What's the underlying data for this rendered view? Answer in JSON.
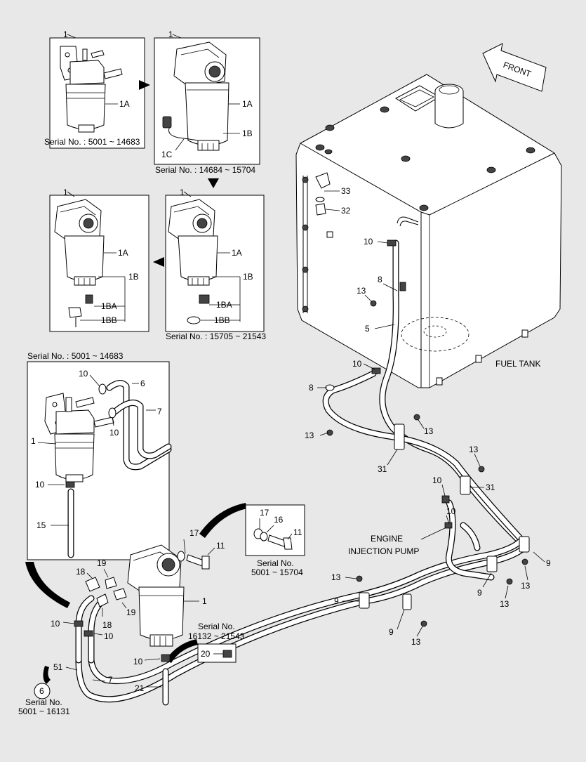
{
  "boxes": {
    "top_left": {
      "part": "1",
      "sub": "1A",
      "serial": "Serial No. : 5001 ~ 14683"
    },
    "top_right": {
      "part": "1",
      "subs": [
        "1A",
        "1B",
        "1C"
      ],
      "serial": "Serial No. : 14684 ~ 15704"
    },
    "mid_left": {
      "part": "1",
      "subs": [
        "1A",
        "1B",
        "1BA",
        "1BB"
      ]
    },
    "mid_right": {
      "part": "1",
      "subs": [
        "1A",
        "1B",
        "1BA",
        "1BB"
      ],
      "serial": "Serial No. : 15705 ~ 21543"
    },
    "detail_left": {
      "serial": "Serial No. : 5001 ~ 14683",
      "labels": [
        "10",
        "6",
        "7",
        "10",
        "1",
        "10",
        "15"
      ]
    },
    "detail_bolt": {
      "labels": [
        "17",
        "16",
        "11"
      ],
      "serial_line1": "Serial No.",
      "serial_line2": "5001 ~ 15704"
    },
    "detail_20": {
      "label": "20",
      "serial_line1": "Serial No.",
      "serial_line2": "16132 ~ 21543"
    }
  },
  "tank": {
    "label": "FUEL TANK",
    "front": "FRONT"
  },
  "engine": {
    "line1": "ENGINE",
    "line2": "INJECTION PUMP"
  },
  "callouts": {
    "c33": "33",
    "c32": "32",
    "c10a": "10",
    "c8a": "8",
    "c13a": "13",
    "c5": "5",
    "c10b": "10",
    "c8b": "8",
    "c13b": "13",
    "c13c": "13",
    "c31a": "31",
    "c13d": "13",
    "c10c": "10",
    "c10d": "10",
    "c31b": "31",
    "c9a": "9",
    "c13e": "13",
    "c9b": "9",
    "c13f": "13",
    "c13g": "13",
    "c9c": "9",
    "c9d": "9",
    "c13h": "13",
    "c17": "17",
    "c11": "11",
    "c1": "1",
    "c18a": "18",
    "c19a": "19",
    "c10e": "10",
    "c18b": "18",
    "c10f": "10",
    "c19b": "19",
    "c10g": "10",
    "c51": "51",
    "c7": "7",
    "c21": "21"
  },
  "serial_circle": {
    "num": "6",
    "line1": "Serial No.",
    "line2": "5001 ~ 16131"
  }
}
